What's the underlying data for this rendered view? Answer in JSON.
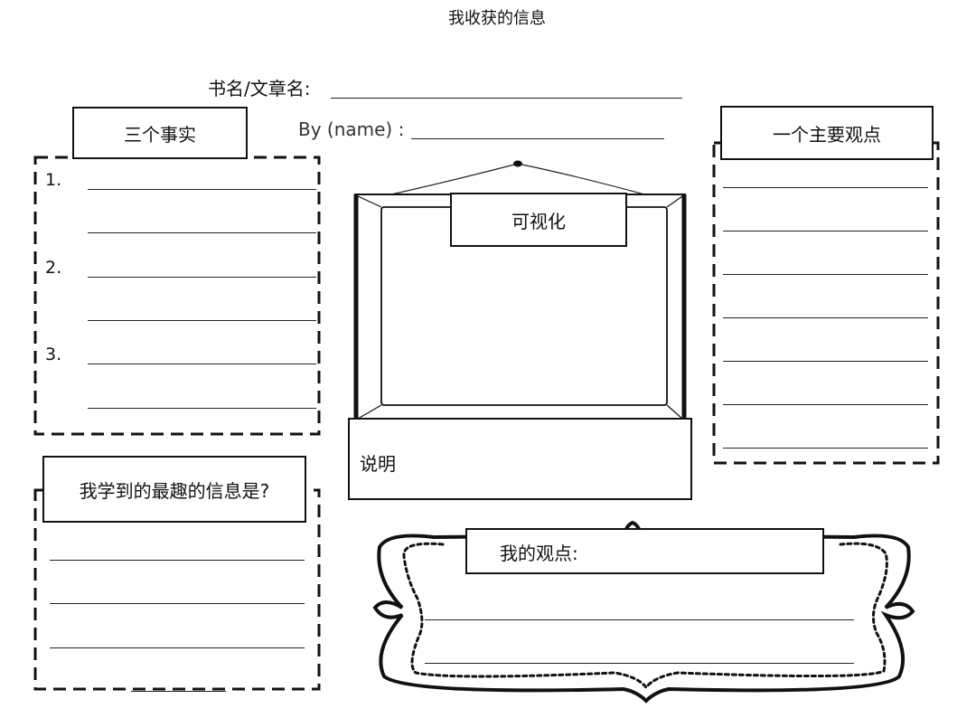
{
  "title": "我收获的信息",
  "book_label": "书名/文章名:",
  "by_label": "By (name) :",
  "facts": {
    "heading": "三个事实",
    "numbers": [
      "1.",
      "2.",
      "3."
    ]
  },
  "main_idea": {
    "heading": "一个主要观点"
  },
  "visualize": {
    "heading": "可视化",
    "caption_label": "说明"
  },
  "interesting": {
    "heading": "我学到的最趣的信息是?"
  },
  "opinion": {
    "heading": "我的观点:"
  }
}
